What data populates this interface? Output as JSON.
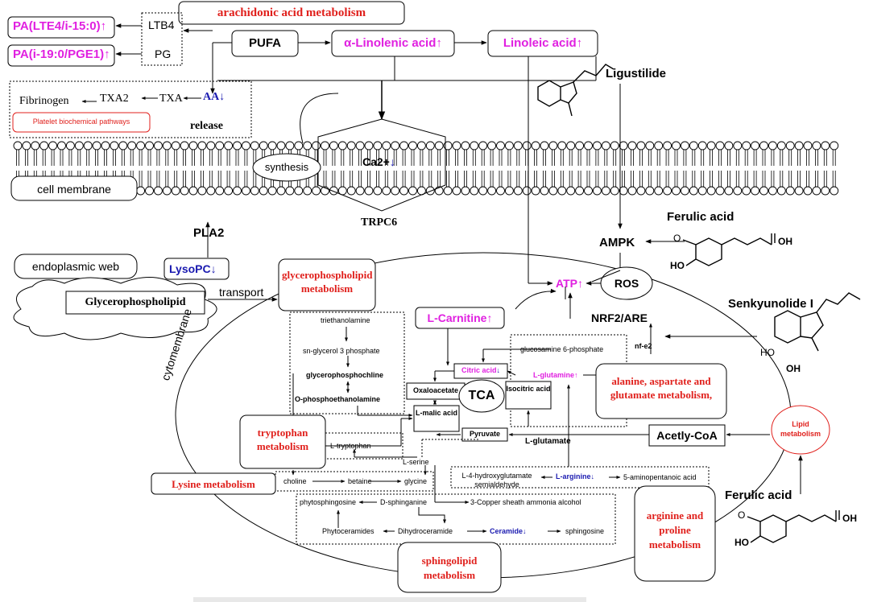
{
  "colors": {
    "red": "#e0201c",
    "magenta": "#e020e0",
    "blue": "#1a1ab0",
    "black": "#000000"
  },
  "top": {
    "arachidonic": "arachidonic acid metabolism",
    "pa1": "PA(LTE4/i-15:0)",
    "pa2": "PA(i-19:0/PGE1)",
    "ltb4": "LTB4",
    "pg": "PG",
    "pufa": "PUFA",
    "alpha_linolenic": "α-Linolenic acid",
    "linoleic": "Linoleic acid",
    "ligustilide": "Ligustilide",
    "fibrinogen": "Fibrinogen",
    "txa2": "TXA2",
    "txa": "TXA",
    "aa": "AA",
    "platelet": "Platelet biochemical pathways",
    "release": "release"
  },
  "membrane": {
    "synthesis": "synthesis",
    "ca": "Ca2+",
    "cell_membrane": "cell membrane",
    "trpc6": "TRPC6",
    "pla2": "PLA2"
  },
  "middle": {
    "ferulic1": "Ferulic acid",
    "ampk": "AMPK",
    "endoplasmic": "endoplasmic web",
    "lysopc": "LysoPC",
    "glycerophospholipid": "Glycerophospholipid",
    "transport": "transport",
    "gp_metabolism": "glycerophospholipid metabolism",
    "atp": "ATP",
    "ros": "ROS",
    "nrf2": "NRF2/ARE",
    "senkyunolide": "Senkyunolide I",
    "l_carnitine": "L-Carnitine",
    "cytomembrane": "cytomembrane"
  },
  "pathway": {
    "triethanolamine": "triethanolamine",
    "sn_glycerol": "sn-glycerol 3 phosphate",
    "glycerophosphocholine": "glycerophosphochline",
    "o_phospho": "O-phosphoethanolamine",
    "glucosamine": "glucosamine 6-phosphate",
    "nf_e2": "nf-e2",
    "citric": "Citric acid",
    "l_glutamine": "L-glutamine",
    "oxaloacetate": "Oxaloacetate",
    "tca": "TCA",
    "isocitric": "Isocitric acid",
    "l_malic": "L-malic acid",
    "pyruvate": "Pyruvate",
    "l_glutamate": "L-glutamate",
    "acetyl_coa": "Acetly-CoA",
    "alanine": "alanine, aspartate and glutamate metabolism,",
    "lipid": "Lipid metabolism",
    "tryptophan_met": "tryptophan metabolism",
    "l_tryptophan": "L-tryptophan",
    "l_serine": "L-serine",
    "lysine": "Lysine metabolism",
    "choline": "choline",
    "betaine": "betaine",
    "glycine": "glycine",
    "hydroxyglutamate": "L-4-hydroxyglutamate semialdehyde",
    "l_arginine": "L-arginine",
    "aminopentanoic": "5-aminopentanoic acid",
    "phytosphingosine": "phytosphingosine",
    "d_sphinganine": "D-sphinganine",
    "copper": "3-Copper sheath ammonia alcohol",
    "phytoceramides": "Phytoceramides",
    "dihydroceramide": "Dihydroceramide",
    "ceramide": "Ceramide",
    "sphingosine": "sphingosine",
    "arginine_met": "arginine and proline metabolism",
    "ferulic2": "Ferulic acid",
    "sphingolipid": "sphingolipid metabolism"
  },
  "chem": {
    "o": "O",
    "oh": "OH",
    "ho": "HO"
  }
}
